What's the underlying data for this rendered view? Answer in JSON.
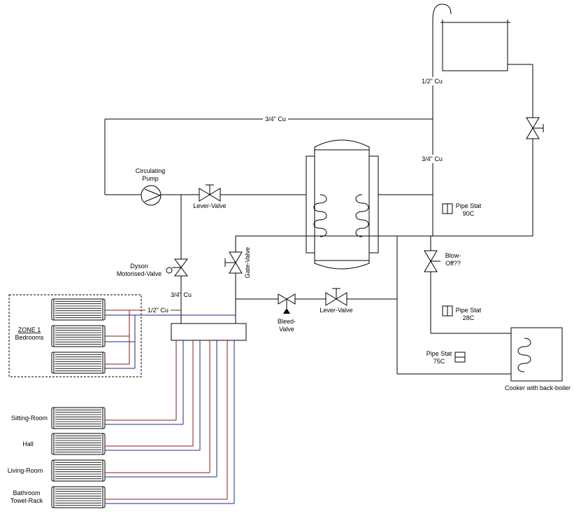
{
  "labels": {
    "pipe_top_vent": "1/2\" Cu",
    "pipe_flow_top": "3/4\" Cu",
    "pipe_right_mid": "3/4\" Cu",
    "pump": "Circulating\nPump",
    "lever_valve_top": "Lever-Valve",
    "motorised_valve": "Dyson\nMotorised-Valve",
    "pipe_zone": "3/4\" Cu",
    "pipe_half": "1/2\" Cu",
    "gate_valve": "Gate-Valve",
    "bleed_valve": "Bleed-\nValve",
    "lever_valve_bottom": "Lever-Valve",
    "pipe_stat_90": "Pipe Stat\n90C",
    "blow_off": "Blow-\nOff??",
    "pipe_stat_28": "Pipe Stat\n28C",
    "pipe_stat_75": "Pipe Stat\n75C",
    "cooker": "Cooker with back-boiler",
    "zone_title": "ZONE 1",
    "zone_subtitle": "Bedrooms",
    "room_sitting": "Sitting-Room",
    "room_hall": "Hall",
    "room_living": "Living-Room",
    "room_bathroom": "Bathroom\nTowel-Rack"
  },
  "colors": {
    "flow_pipe": "#8b1a1a",
    "return_pipe": "#1f2a8a",
    "line": "#000000"
  }
}
